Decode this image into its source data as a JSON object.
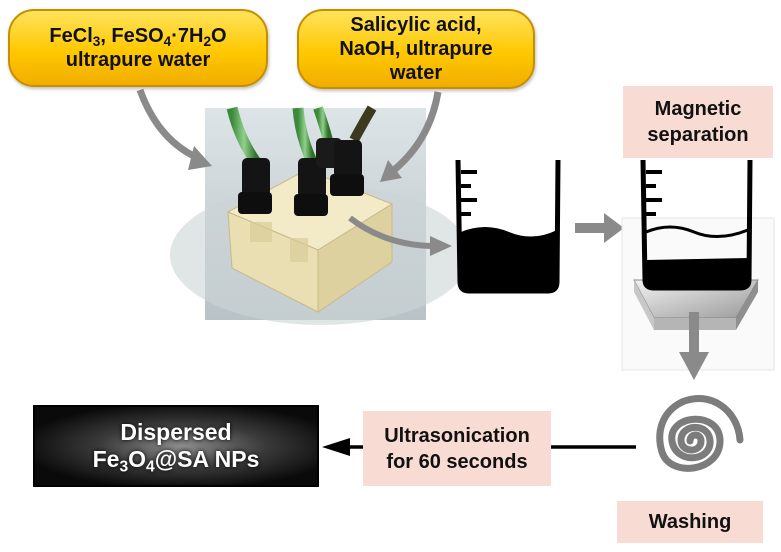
{
  "inputs": {
    "iron": {
      "line1_a": "FeCl",
      "line1_a_sub": "3",
      "line1_b": ", FeSO",
      "line1_b_sub": "4",
      "line1_c": "·7H",
      "line1_c_sub": "2",
      "line1_d": "O",
      "line2": "ultrapure water"
    },
    "ligand": {
      "line1": "Salicylic acid,",
      "line2": "NaOH, ultrapure",
      "line3": "water"
    }
  },
  "steps": {
    "magnetic": {
      "line1": "Magnetic",
      "line2": "separation"
    },
    "ultrasonication": {
      "line1": "Ultrasonication",
      "line2": "for 60 seconds"
    },
    "washing": {
      "label": "Washing"
    }
  },
  "result": {
    "line1": "Dispersed",
    "line2_a": "Fe",
    "line2_a_sub": "3",
    "line2_b": "O",
    "line2_b_sub": "4",
    "line2_c": "@SA NPs"
  },
  "icons": [
    "mixing-device-photo",
    "beaker-icon",
    "magnet-block-icon",
    "spiral-icon",
    "arrow-icon"
  ],
  "colors": {
    "pill_fill": "#ffc800",
    "tag_fill": "#f8dcd3",
    "arrow_gray": "#8a8a8a",
    "result_fill": "#111111"
  }
}
